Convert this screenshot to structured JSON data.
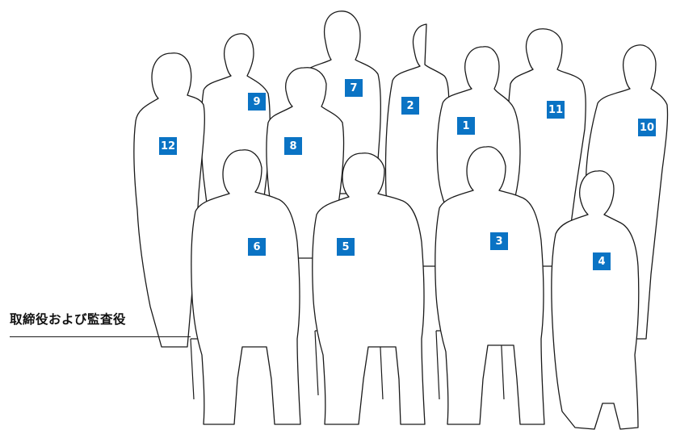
{
  "caption": "取締役および監査役",
  "badge_color": "#0a73c4",
  "badges": [
    "1",
    "2",
    "3",
    "4",
    "5",
    "6",
    "7",
    "8",
    "9",
    "10",
    "11",
    "12"
  ]
}
